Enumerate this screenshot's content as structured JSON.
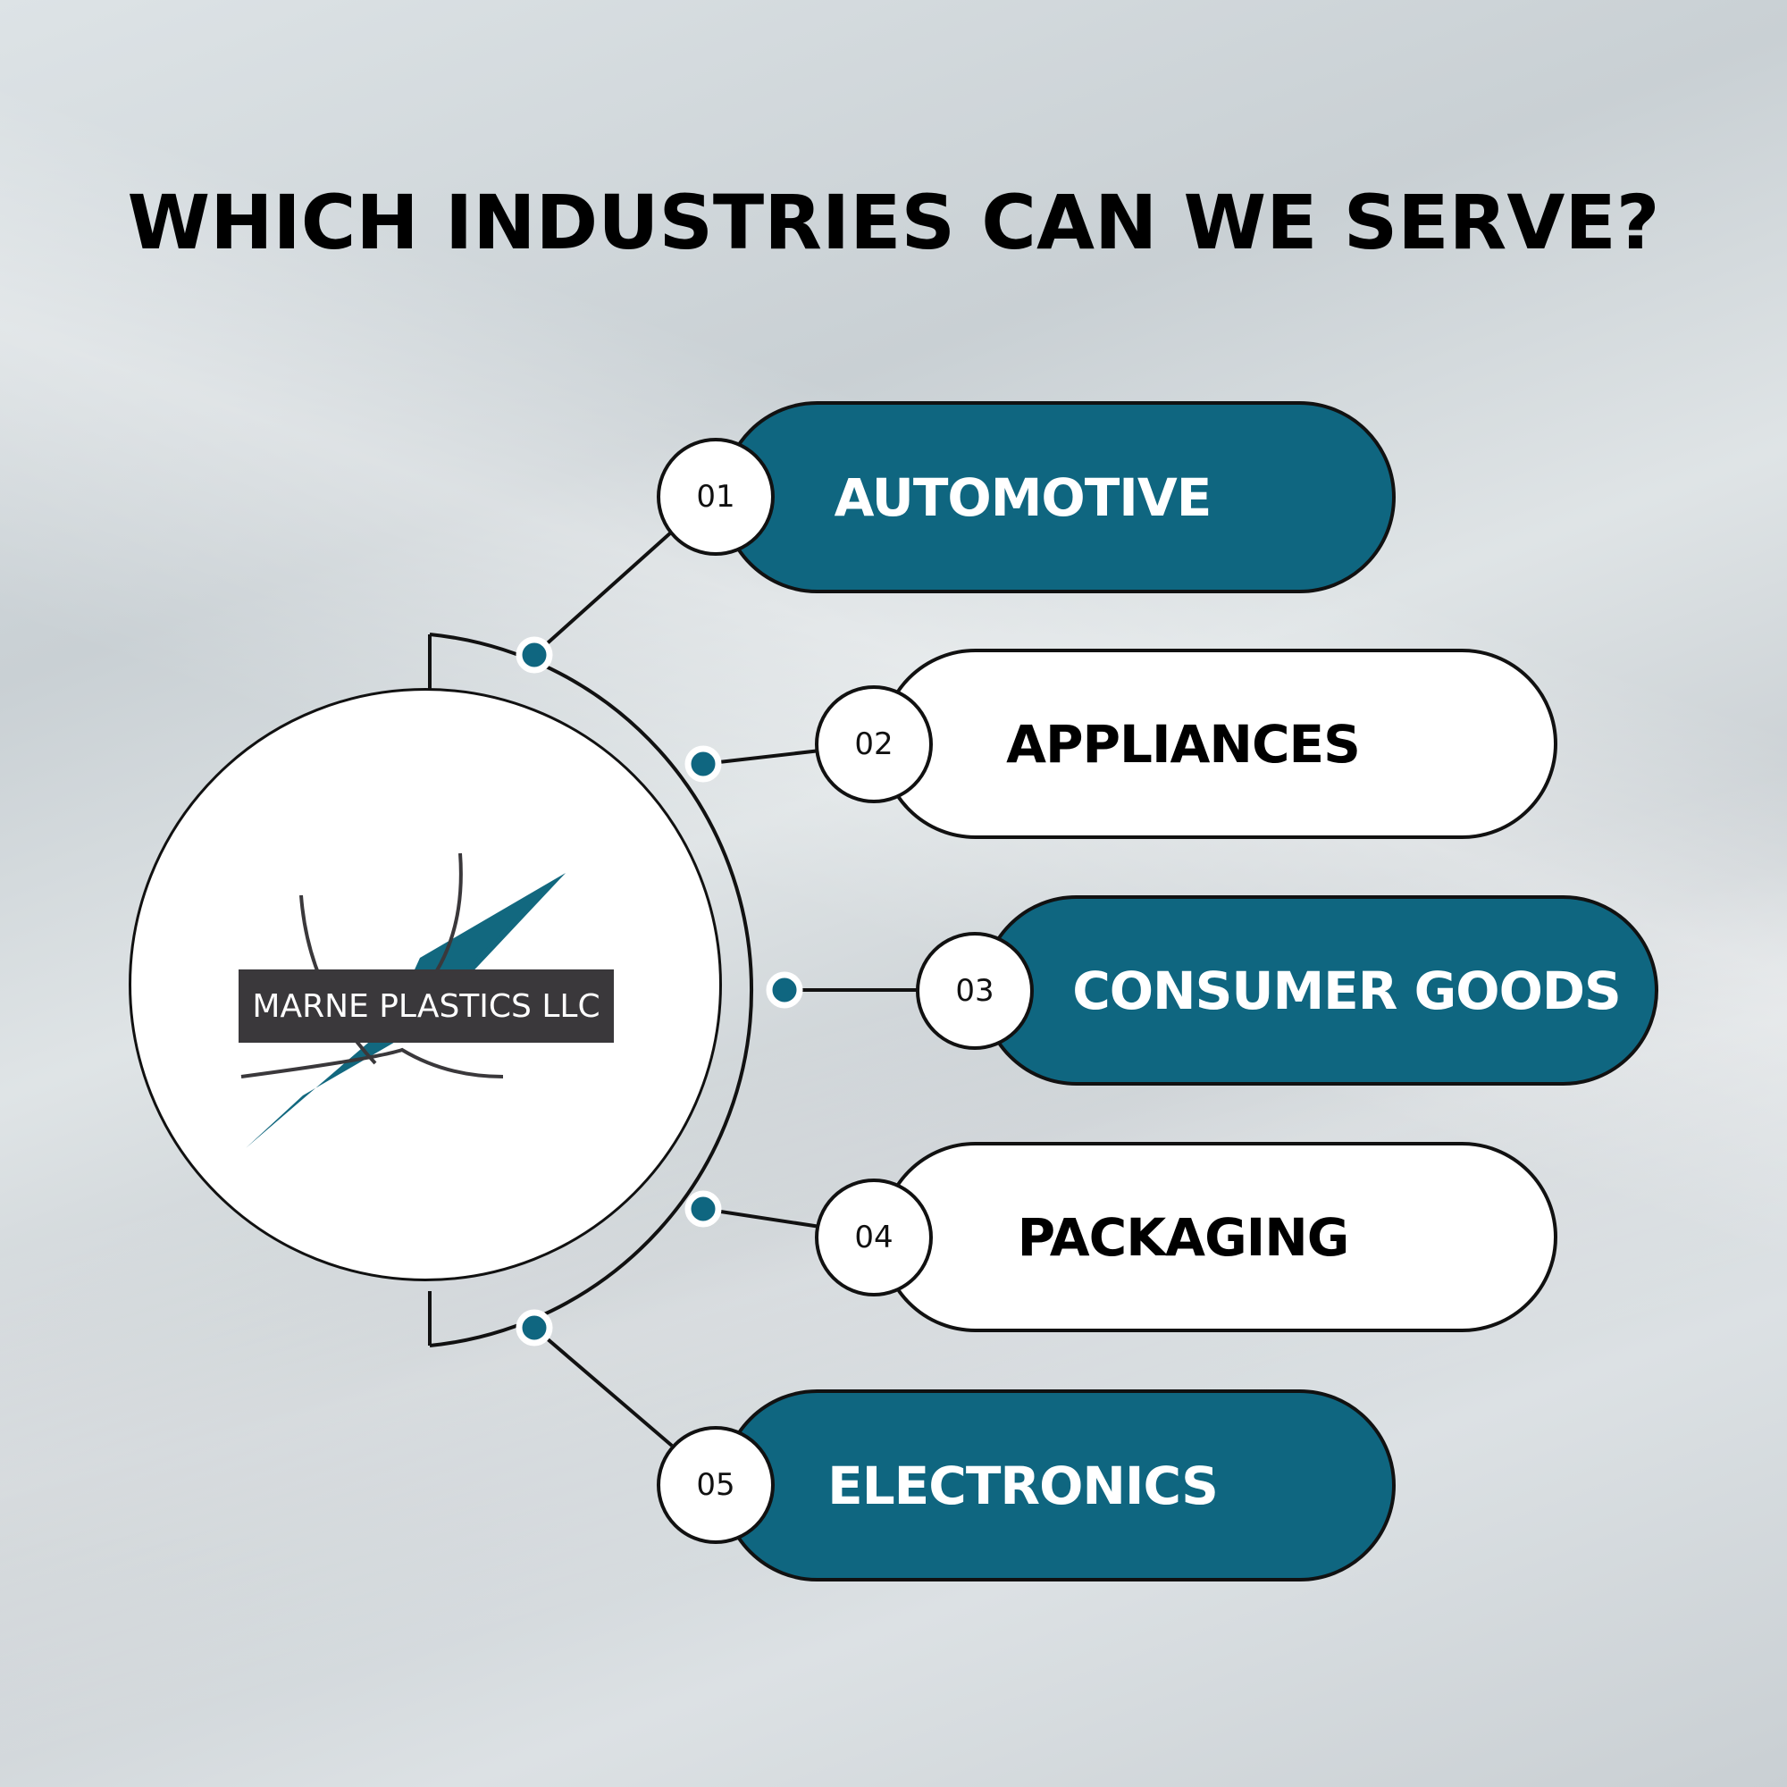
{
  "title": "WHICH INDUSTRIES CAN WE SERVE?",
  "logo": {
    "text": "MARNE PLASTICS LLC"
  },
  "colors": {
    "accent": "#0f6680",
    "outline": "#111111",
    "background": "#d5dbde"
  },
  "industries": [
    {
      "number": "01",
      "label": "AUTOMOTIVE",
      "style": "dark"
    },
    {
      "number": "02",
      "label": "APPLIANCES",
      "style": "light"
    },
    {
      "number": "03",
      "label": "CONSUMER GOODS",
      "style": "dark"
    },
    {
      "number": "04",
      "label": "PACKAGING",
      "style": "light"
    },
    {
      "number": "05",
      "label": "ELECTRONICS",
      "style": "dark"
    }
  ]
}
